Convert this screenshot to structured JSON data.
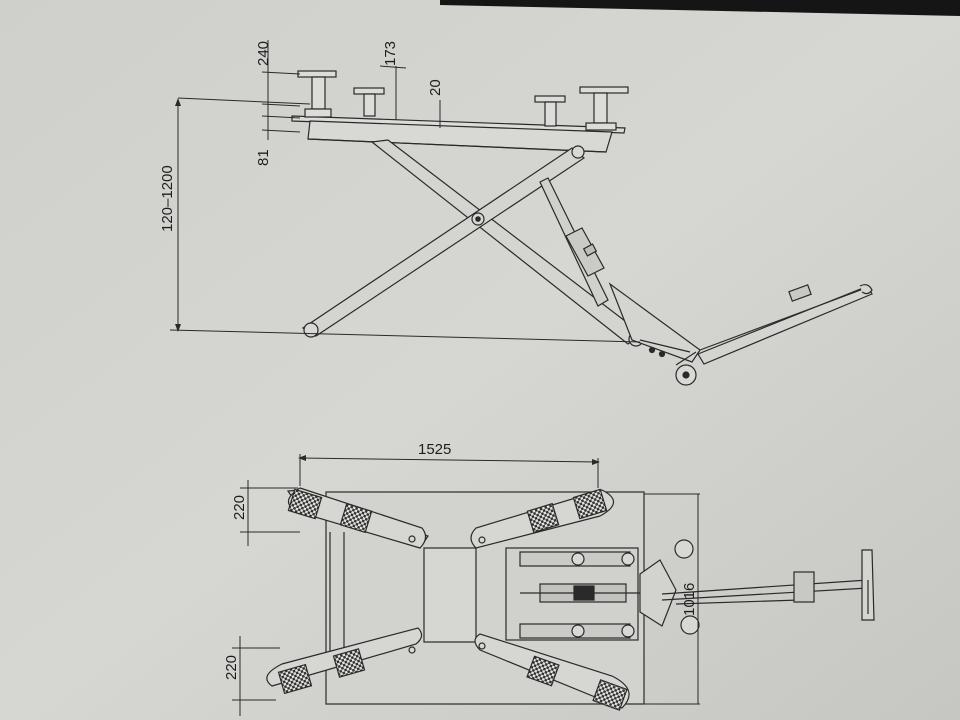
{
  "side_view": {
    "dimensions": {
      "height_range": "120–1200",
      "pad_height": "240",
      "adapter_height": "173",
      "plate_offset": "20",
      "platform_thickness": "81"
    }
  },
  "top_view": {
    "dimensions": {
      "length": "1525",
      "pad_width_top": "220",
      "pad_width_bottom": "220",
      "base_width": "1016"
    }
  },
  "colors": {
    "paper": "#d4d4d0",
    "ink": "#2a2a2a",
    "dark_band": "#1a1a1a"
  }
}
